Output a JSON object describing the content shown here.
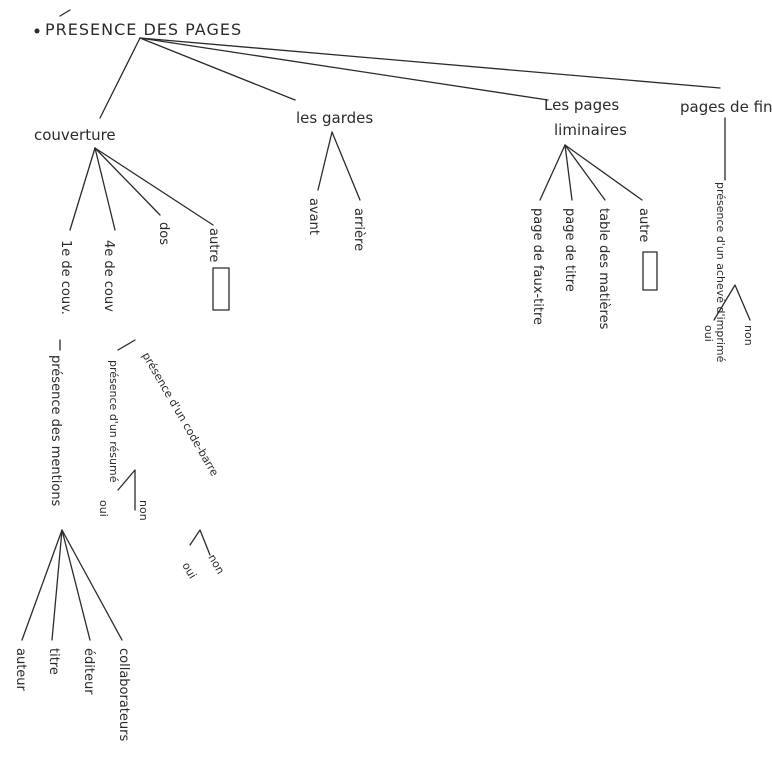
{
  "root": {
    "label": "PRESENCE DES PAGES"
  },
  "couverture": {
    "label": "couverture",
    "c1": {
      "label": "1e de couv.",
      "presence_mentions": "présence des mentions",
      "mentions": [
        "auteur",
        "titre",
        "éditeur",
        "collaborateurs"
      ]
    },
    "c4": {
      "label": "4e de couv",
      "prix": "présence d'un résumé",
      "yes": "oui",
      "no": "non",
      "code_barre": "présence d'un code-barre",
      "cb_no": "non",
      "cb_yes": "oui"
    },
    "dos": "dos",
    "autre": "autre"
  },
  "gardes": {
    "label": "les gardes",
    "avant": "avant",
    "arriere": "arrière"
  },
  "liminaires": {
    "label_line1": "Les pages",
    "label_line2": "liminaires",
    "items": [
      "page de faux-titre",
      "page de titre",
      "table des matières",
      "autre"
    ]
  },
  "fin": {
    "label": "pages de fin",
    "achevé": "présence d'un achevé d'imprimé",
    "yes": "oui",
    "no": "non"
  }
}
